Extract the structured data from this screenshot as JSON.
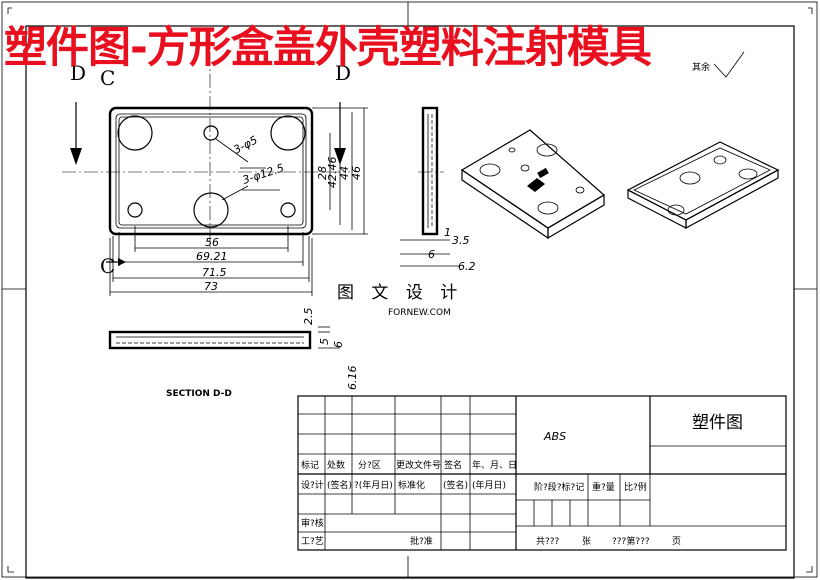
{
  "banner_title": "塑件图-方形盒盖外壳塑料注射模具",
  "roughness_label": "其余",
  "view_labels": {
    "d_left": "D",
    "c_top": "C",
    "d_right": "D",
    "c_bottom": "C",
    "section": "SECTION D-D"
  },
  "dimensions": {
    "hole_small": "3-φ5",
    "hole_large": "3-φ12.5",
    "w56": "56",
    "w69": "69.21",
    "w715": "71.5",
    "w73": "73",
    "h28": "28",
    "h42": "42.46",
    "h44": "44",
    "h46": "46",
    "s1": "1",
    "s35": "3.5",
    "s6": "6",
    "s62": "6.2",
    "t25": "2.5",
    "t5": "5",
    "t6": "6",
    "t616": "6.16"
  },
  "watermark": "图 文 设 计",
  "watermark_small": "FORNEW.COM",
  "title_block": {
    "material": "ABS",
    "drawing_name": "塑件图",
    "row_headers": [
      "标记",
      "处数",
      "分?区",
      "更改文件号",
      "签名",
      "年、月、日"
    ],
    "row_design": [
      "设?计",
      "(签名)",
      "?(年月日)",
      "标准化",
      "(签名)",
      "(年月日)"
    ],
    "stage_labels": [
      "阶?段?标?记",
      "重?量",
      "比?例"
    ],
    "review": "审?核",
    "process": "工?艺",
    "approve": "批?准",
    "sheet_total": "共???",
    "sheet_unit": "张",
    "sheet_no": "???第???",
    "page_unit": "页"
  }
}
